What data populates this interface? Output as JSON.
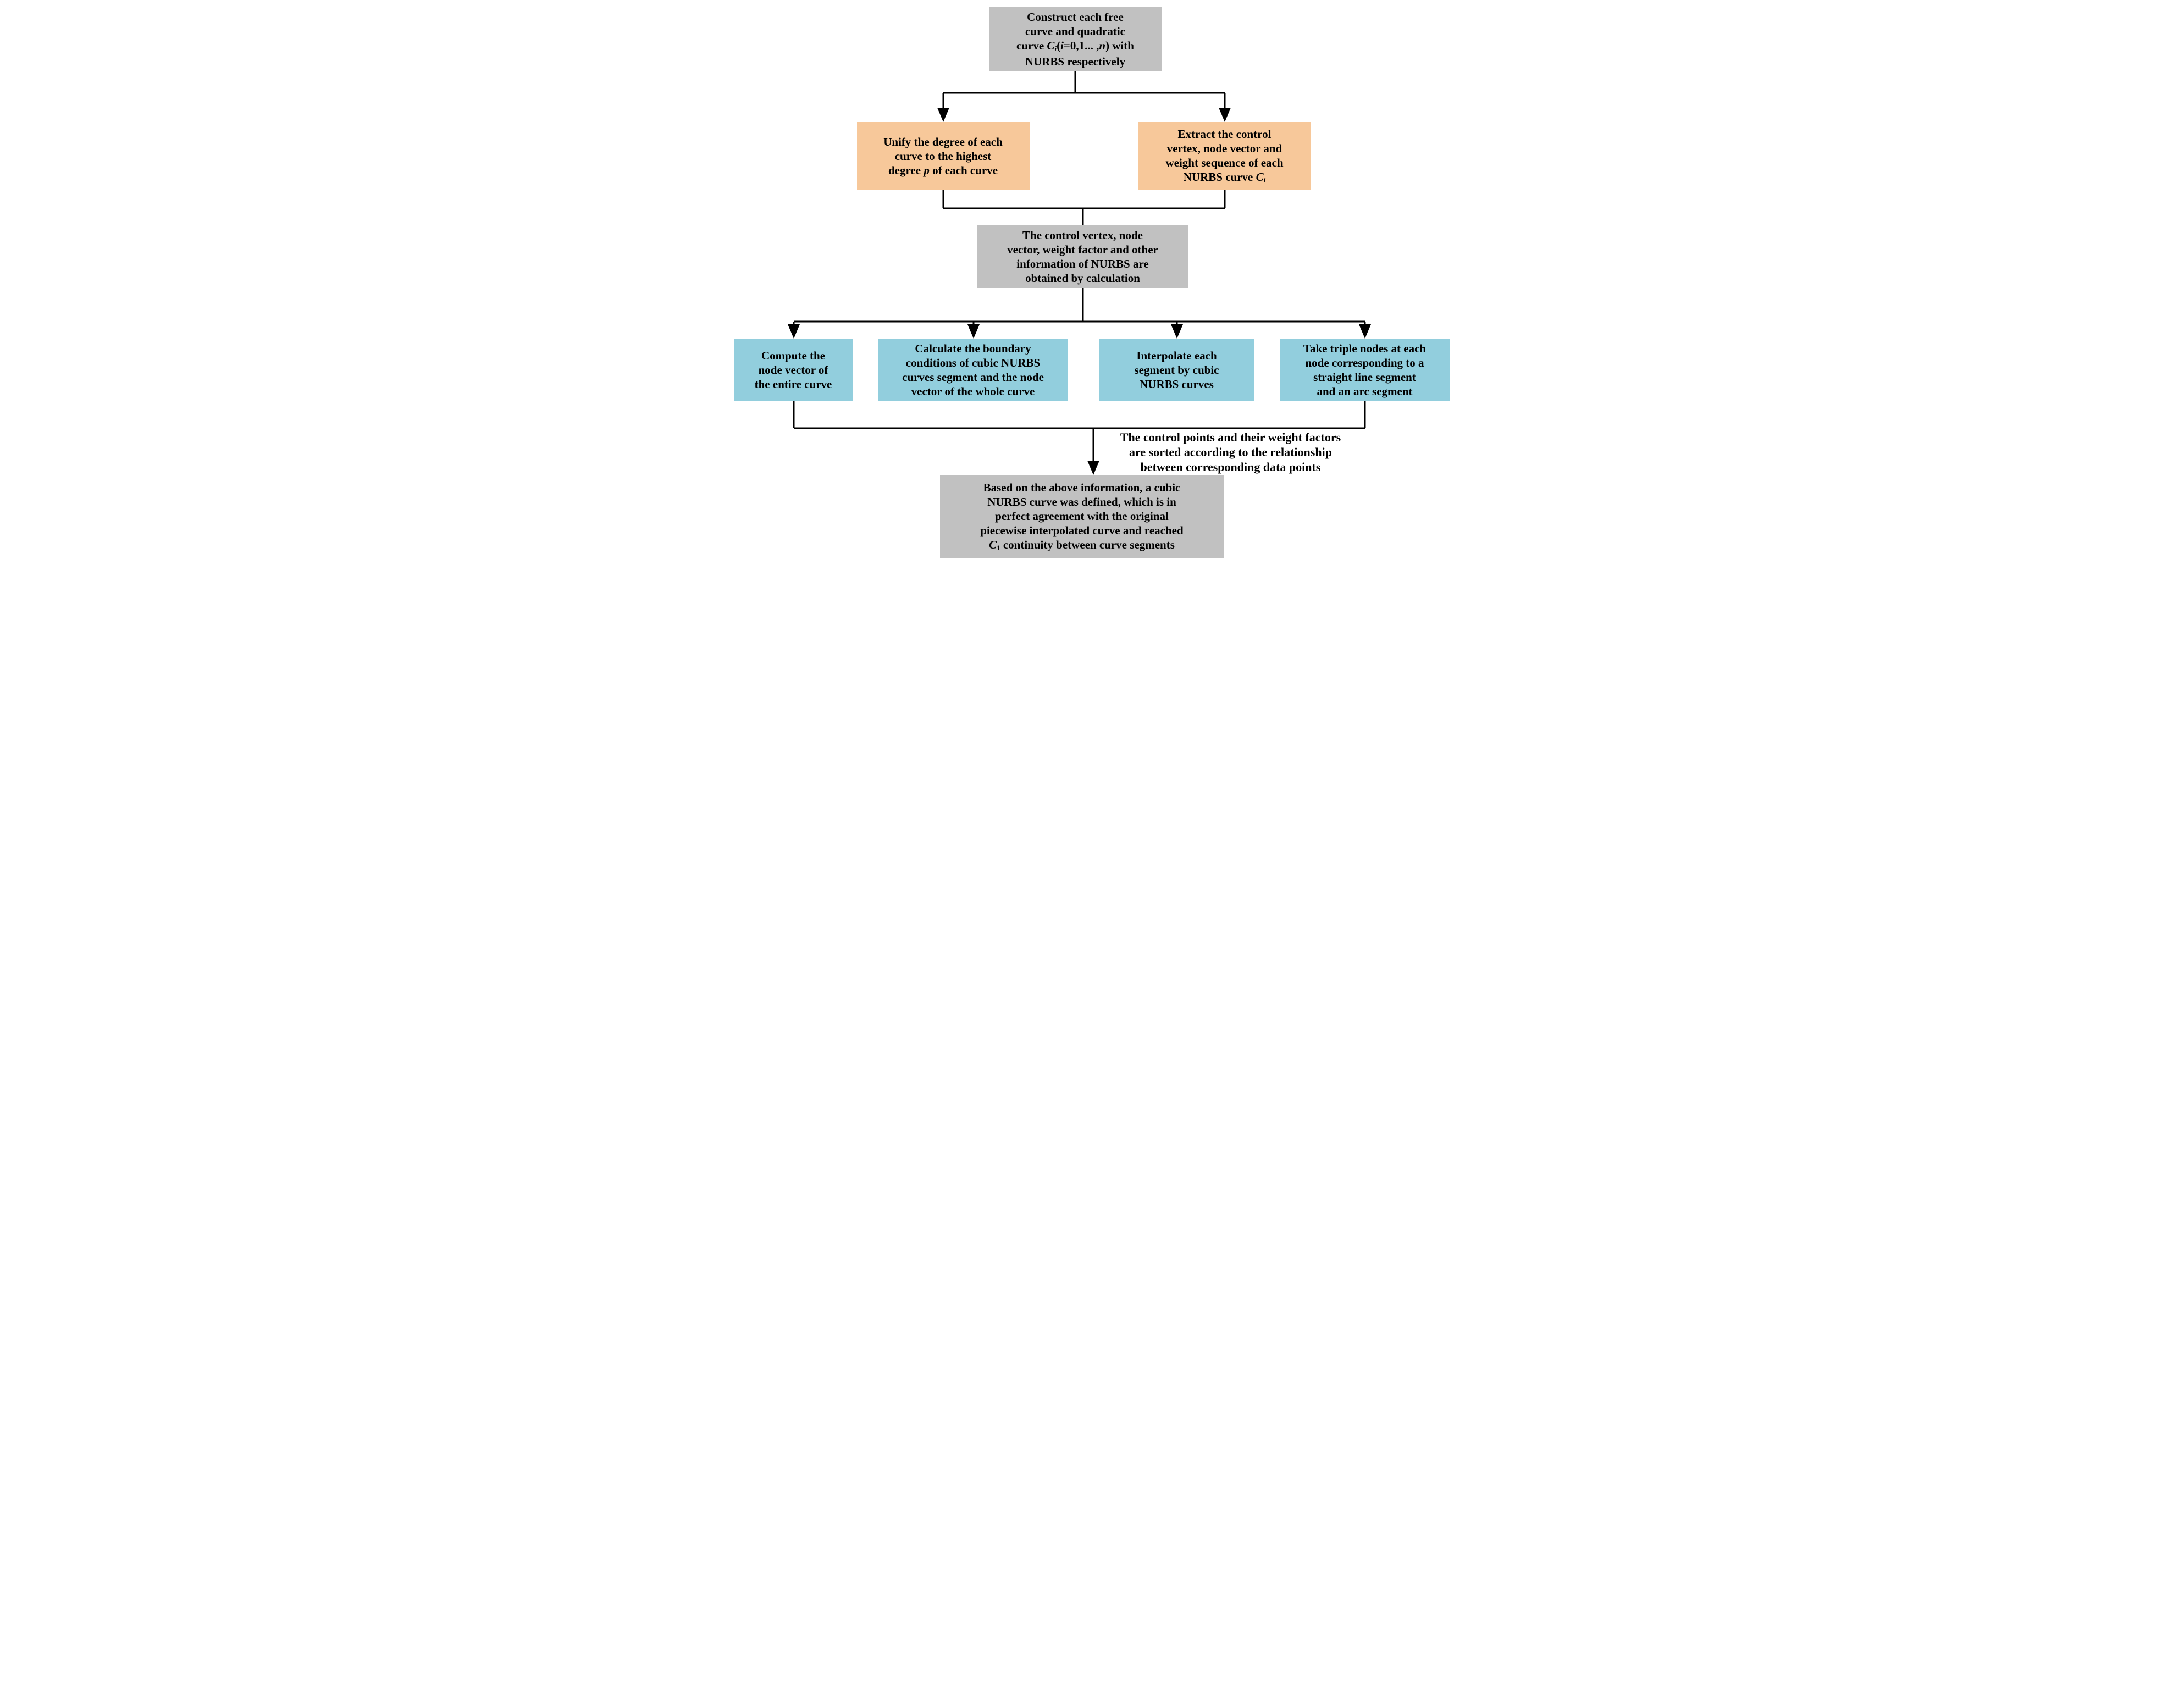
{
  "palette": {
    "box_gray": "#c1c1c1",
    "box_orange": "#f7c89a",
    "box_blue": "#92cedd",
    "line_color": "#000000",
    "text_color": "#000000",
    "background": "#ffffff"
  },
  "flowchart": {
    "boxes": [
      {
        "id": "construct-curves",
        "kind": "gray",
        "lines": [
          [
            {
              "t": "Construct each free"
            }
          ],
          [
            {
              "t": "curve and quadratic"
            }
          ],
          [
            {
              "t": "curve "
            },
            {
              "t": "C",
              "s": "i"
            },
            {
              "t": "i",
              "s": "is"
            },
            {
              "t": "("
            },
            {
              "t": "i",
              "s": "i"
            },
            {
              "t": "=0,1... ,"
            },
            {
              "t": "n",
              "s": "i"
            },
            {
              "t": ") with"
            }
          ],
          [
            {
              "t": "NURBS respectively"
            }
          ]
        ]
      },
      {
        "id": "unify-degree",
        "kind": "orange",
        "lines": [
          [
            {
              "t": "Unify the degree of each"
            }
          ],
          [
            {
              "t": "curve to the highest"
            }
          ],
          [
            {
              "t": "degree "
            },
            {
              "t": "p",
              "s": "i"
            },
            {
              "t": " of each curve"
            }
          ]
        ]
      },
      {
        "id": "extract-control",
        "kind": "orange",
        "lines": [
          [
            {
              "t": "Extract the control"
            }
          ],
          [
            {
              "t": "vertex, node vector and"
            }
          ],
          [
            {
              "t": "weight sequence of each"
            }
          ],
          [
            {
              "t": "NURBS curve "
            },
            {
              "t": "C",
              "s": "i"
            },
            {
              "t": "i",
              "s": "is"
            }
          ]
        ]
      },
      {
        "id": "info-obtained",
        "kind": "gray",
        "lines": [
          [
            {
              "t": "The control vertex, node"
            }
          ],
          [
            {
              "t": "vector, weight factor and other"
            }
          ],
          [
            {
              "t": "information of NURBS are"
            }
          ],
          [
            {
              "t": "obtained by calculation"
            }
          ]
        ]
      },
      {
        "id": "compute-node-vector",
        "kind": "blue",
        "lines": [
          [
            {
              "t": "Compute the"
            }
          ],
          [
            {
              "t": "node vector of"
            }
          ],
          [
            {
              "t": "the entire curve"
            }
          ]
        ]
      },
      {
        "id": "boundary-conditions",
        "kind": "blue",
        "lines": [
          [
            {
              "t": "Calculate the boundary"
            }
          ],
          [
            {
              "t": "conditions of cubic NURBS"
            }
          ],
          [
            {
              "t": "curves segment and the node"
            }
          ],
          [
            {
              "t": "vector of the whole curve"
            }
          ]
        ]
      },
      {
        "id": "interpolate-segments",
        "kind": "blue",
        "lines": [
          [
            {
              "t": "Interpolate each"
            }
          ],
          [
            {
              "t": "segment by cubic"
            }
          ],
          [
            {
              "t": "NURBS curves"
            }
          ]
        ]
      },
      {
        "id": "triple-nodes",
        "kind": "blue",
        "lines": [
          [
            {
              "t": "Take triple nodes at each"
            }
          ],
          [
            {
              "t": "node corresponding to a"
            }
          ],
          [
            {
              "t": "straight line segment"
            }
          ],
          [
            {
              "t": "and an arc segment"
            }
          ]
        ]
      },
      {
        "id": "final-curve",
        "kind": "gray",
        "lines": [
          [
            {
              "t": "Based on the above information, a cubic"
            }
          ],
          [
            {
              "t": "NURBS curve was defined, which is in"
            }
          ],
          [
            {
              "t": "perfect agreement with the original"
            }
          ],
          [
            {
              "t": "piecewise interpolated curve and reached"
            }
          ],
          [
            {
              "t": "C",
              "s": "i"
            },
            {
              "t": "1",
              "s": "s"
            },
            {
              "t": " continuity between curve segments"
            }
          ]
        ]
      }
    ],
    "note": {
      "lines": [
        [
          {
            "t": "The control points and their weight factors"
          }
        ],
        [
          {
            "t": "are sorted according to the relationship"
          }
        ],
        [
          {
            "t": "between corresponding data points"
          }
        ]
      ]
    }
  }
}
